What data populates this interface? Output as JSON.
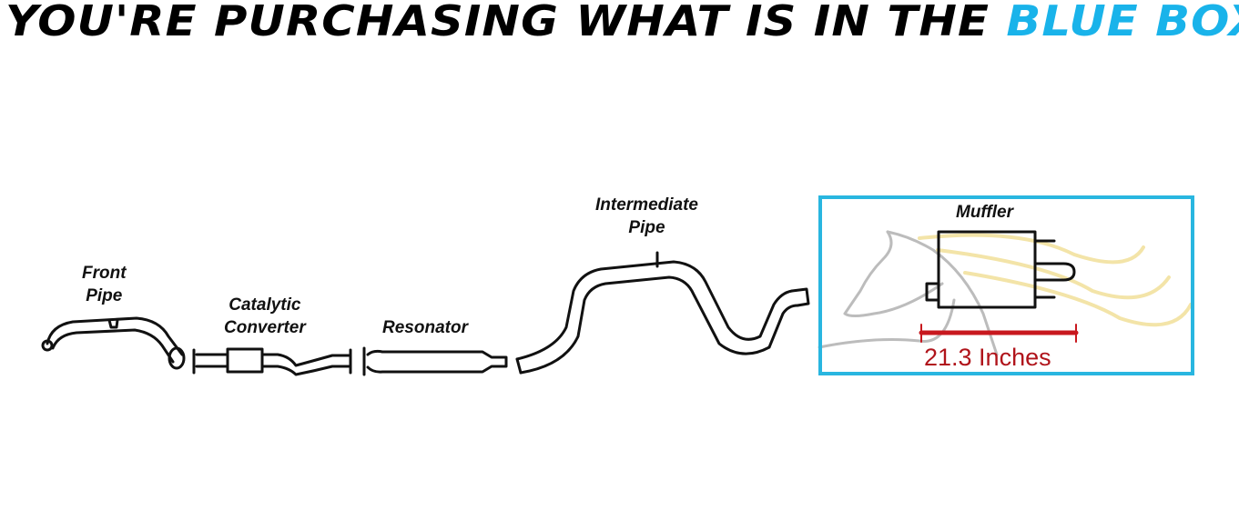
{
  "header": {
    "title_main": "YOU'RE PURCHASING WHAT IS IN THE",
    "title_highlight": "BLUE BOX"
  },
  "parts": {
    "front_pipe": [
      "Front",
      "Pipe"
    ],
    "catalytic_converter": [
      "Catalytic",
      "Converter"
    ],
    "resonator": "Resonator",
    "intermediate_pipe": [
      "Intermediate",
      "Pipe"
    ],
    "muffler": "Muffler"
  },
  "measurement": "21.3 Inches",
  "colors": {
    "highlight": "#19b3ea",
    "box_border": "#29b6e0",
    "measure": "#b0141b"
  }
}
